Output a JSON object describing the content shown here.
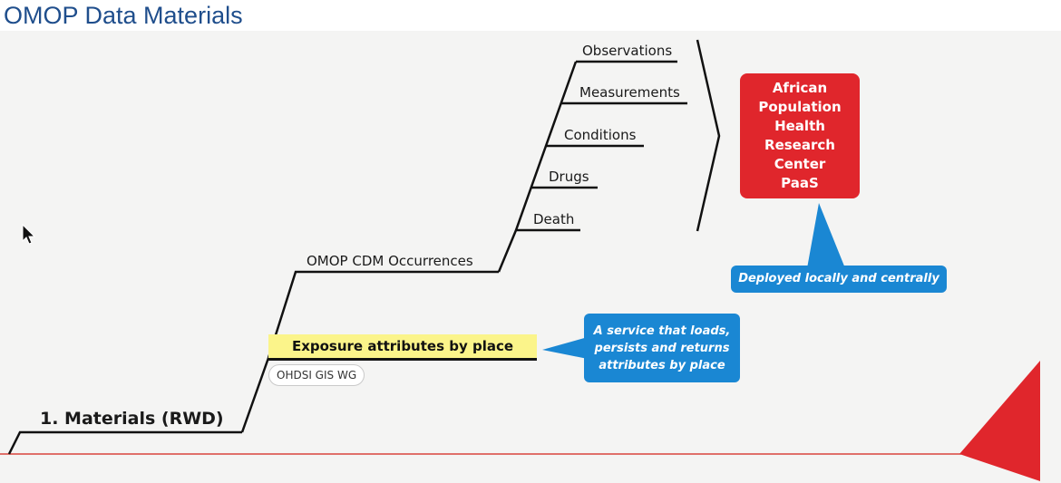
{
  "title": "OMOP Data Materials",
  "root": {
    "label": "1. Materials (RWD)"
  },
  "branch_occurrences": {
    "label": "OMOP CDM Occurrences",
    "children": [
      "Observations",
      "Measurements",
      "Conditions",
      "Drugs",
      "Death"
    ]
  },
  "branch_exposure": {
    "label": "Exposure attributes by place",
    "tag": "OHDSI GIS WG"
  },
  "summary_box": {
    "lines": [
      "African",
      "Population",
      "Health",
      "Research",
      "Center",
      "PaaS"
    ],
    "color": "#e0262c"
  },
  "callouts": {
    "deploy": "Deployed locally and centrally",
    "service_lines": [
      "A service that loads,",
      "persists and returns",
      "attributes by place"
    ],
    "color": "#1a87d3"
  },
  "colors": {
    "title": "#1f4e8c",
    "highlight": "#fbf48a",
    "baseline": "#d9453c"
  },
  "icons": {
    "cursor": "mouse-pointer-icon",
    "end_marker": "red-triangle-marker"
  }
}
